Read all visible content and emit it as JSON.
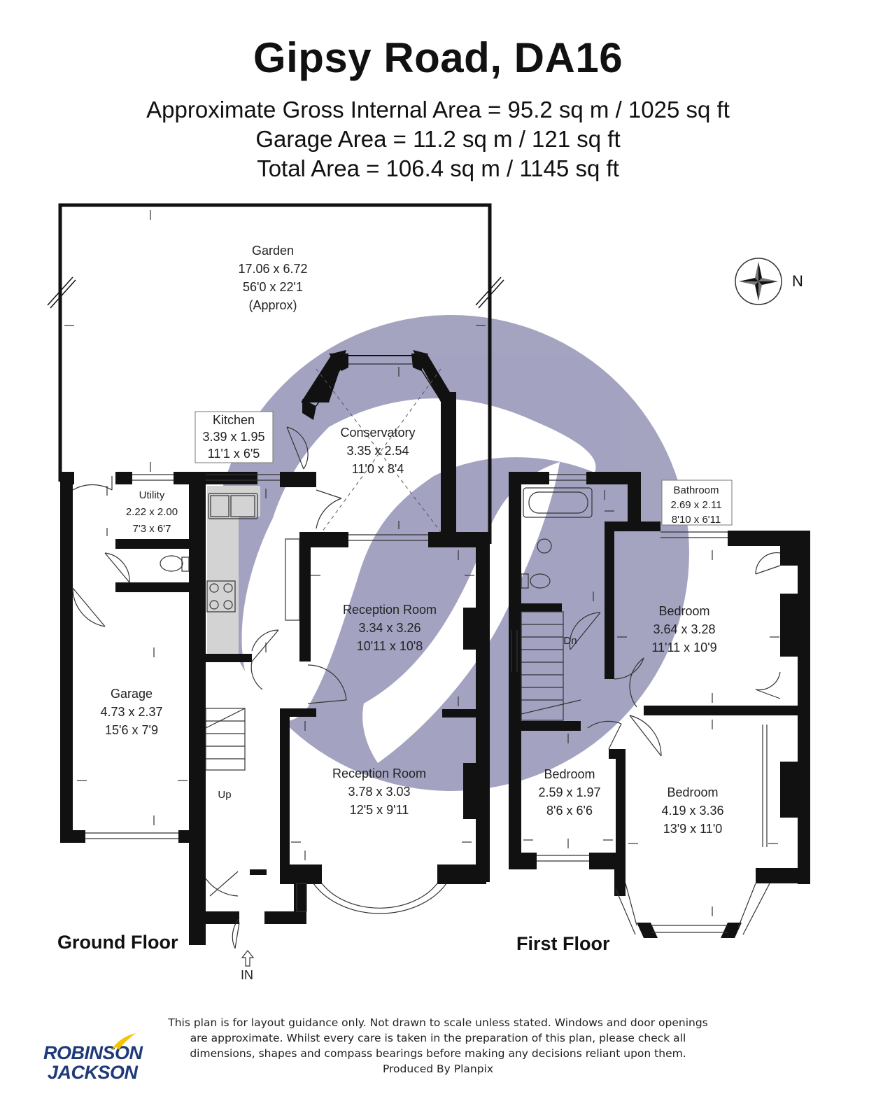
{
  "header": {
    "title": "Gipsy Road, DA16",
    "gross_area": "Approximate Gross Internal Area = 95.2 sq m / 1025 sq ft",
    "garage_area": "Garage Area = 11.2 sq m / 121 sq ft",
    "total_area": "Total Area = 106.4 sq m / 1145 sq ft"
  },
  "floors": {
    "ground": {
      "label": "Ground Floor",
      "rooms": {
        "garden": {
          "name": "Garden",
          "metric": "17.06 x 6.72",
          "imperial": "56'0 x 22'1",
          "note": "(Approx)"
        },
        "kitchen": {
          "name": "Kitchen",
          "metric": "3.39 x 1.95",
          "imperial": "11'1 x 6'5"
        },
        "conservatory": {
          "name": "Conservatory",
          "metric": "3.35 x 2.54",
          "imperial": "11'0 x 8'4"
        },
        "utility": {
          "name": "Utility",
          "metric": "2.22 x 2.00",
          "imperial": "7'3 x 6'7"
        },
        "reception1": {
          "name": "Reception Room",
          "metric": "3.34 x 3.26",
          "imperial": "10'11 x 10'8"
        },
        "garage": {
          "name": "Garage",
          "metric": "4.73 x 2.37",
          "imperial": "15'6 x 7'9"
        },
        "reception2": {
          "name": "Reception Room",
          "metric": "3.78 x 3.03",
          "imperial": "12'5 x 9'11"
        }
      },
      "stairs": "Up",
      "entrance": "IN"
    },
    "first": {
      "label": "First Floor",
      "rooms": {
        "bathroom": {
          "name": "Bathroom",
          "metric": "2.69 x 2.11",
          "imperial": "8'10 x 6'11"
        },
        "bedroom1": {
          "name": "Bedroom",
          "metric": "3.64 x 3.28",
          "imperial": "11'11 x 10'9"
        },
        "bedroom2": {
          "name": "Bedroom",
          "metric": "2.59 x 1.97",
          "imperial": "8'6 x 6'6"
        },
        "bedroom3": {
          "name": "Bedroom",
          "metric": "4.19 x 3.36",
          "imperial": "13'9 x 11'0"
        }
      },
      "stairs": "Dn"
    }
  },
  "compass": {
    "label": "N"
  },
  "disclaimer": [
    "This plan is for layout guidance only. Not drawn to scale unless stated. Windows and door openings",
    "are approximate. Whilst every care is taken in the preparation of this plan, please check all",
    "dimensions, shapes and compass bearings before making any decisions reliant upon them.",
    "Produced By Planpix"
  ],
  "logo": {
    "line1": "ROBINSON",
    "line2": "JACKSON"
  },
  "colors": {
    "wall": "#111111",
    "watermark": "#9c9cbc",
    "kitchen_fill": "#d3d3d3",
    "logo_blue": "#1f3a78",
    "logo_yellow": "#f2c500"
  }
}
